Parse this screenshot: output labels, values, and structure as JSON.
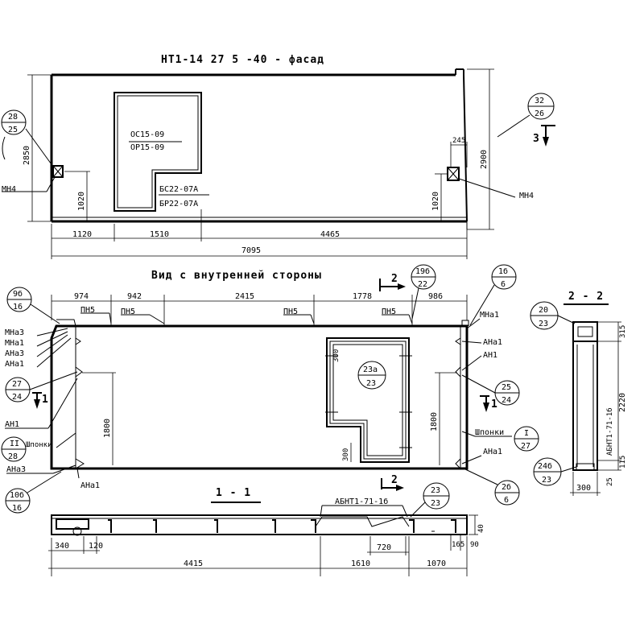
{
  "views": {
    "facade": {
      "title": "НТ1-14 27 5 -40 - фасад",
      "opening_label_1": "ОС15-09",
      "opening_label_2": "ОР15-09",
      "door_label_1": "БС22-07А",
      "door_label_2": "БР22-07А",
      "left_mark": "МН4",
      "right_mark": "МН4",
      "left_height": "2850",
      "right_height": "2900",
      "left_embed_height": "1020",
      "right_embed_height": "1020",
      "opening_sill": "1020",
      "right_embed_offset": "245",
      "dims_bottom": [
        "1120",
        "1510",
        "4465"
      ],
      "total_length": "7095",
      "callout_left": {
        "top": "28",
        "bottom": "25"
      },
      "callout_right": {
        "top": "32",
        "bottom": "26"
      },
      "section_3": "3"
    },
    "inner": {
      "title": "Вид с внутренней стороны",
      "section_2_top": "2",
      "dims_top": [
        "974",
        "942",
        "2415",
        "1778",
        "986"
      ],
      "pn_labels": [
        "ПН5",
        "ПН5",
        "ПН5",
        "ПН5"
      ],
      "left_marks": [
        "МНа3",
        "МНа1",
        "АНа3",
        "АНа1"
      ],
      "right_marks": [
        "МНа1",
        "АНа1",
        "АН1"
      ],
      "left_an1": "АН1",
      "left_shponki": "Шпонки",
      "left_ana3": "АНа3",
      "left_ana1": "АНа1",
      "right_shponki": "Шпонки",
      "right_ana1": "АНа1",
      "height_left": "1800",
      "height_right": "1800",
      "opening_dim_top": "300",
      "opening_dim_bottom": "300",
      "section_1_left": "1",
      "section_1_right": "1",
      "section_2_bottom": "2",
      "callout_9b": {
        "top": "9б",
        "bottom": "16"
      },
      "callout_19b": {
        "top": "19б",
        "bottom": "22"
      },
      "callout_1b": {
        "top": "1б",
        "bottom": "6"
      },
      "callout_27": {
        "top": "27",
        "bottom": "24"
      },
      "callout_II": {
        "top": "II",
        "bottom": "28"
      },
      "callout_10b": {
        "top": "10б",
        "bottom": "16"
      },
      "callout_23a": {
        "top": "23а",
        "bottom": "23"
      },
      "callout_25": {
        "top": "25",
        "bottom": "24"
      },
      "callout_I": {
        "top": "I",
        "bottom": "27"
      },
      "callout_2b": {
        "top": "2б",
        "bottom": "6"
      }
    },
    "section_1_1": {
      "title": "1 - 1",
      "label": "АБНТ1-71-1б",
      "callout": {
        "top": "23",
        "bottom": "23"
      },
      "dims_small": [
        "340",
        "120"
      ],
      "dim_720": "720",
      "dim_165": "165",
      "dim_90": "90",
      "dim_40": "40",
      "dims_bottom": [
        "4415",
        "1610",
        "1070"
      ]
    },
    "section_2_2": {
      "title": "2 - 2",
      "callout_top": {
        "top": "20",
        "bottom": "23"
      },
      "callout_bottom": {
        "top": "24б",
        "bottom": "23"
      },
      "vertical_label": "АБНТ1-71-1б",
      "dim_315": "315",
      "dim_2220": "2220",
      "dim_115": "115",
      "dim_25": "25",
      "width": "300"
    }
  }
}
